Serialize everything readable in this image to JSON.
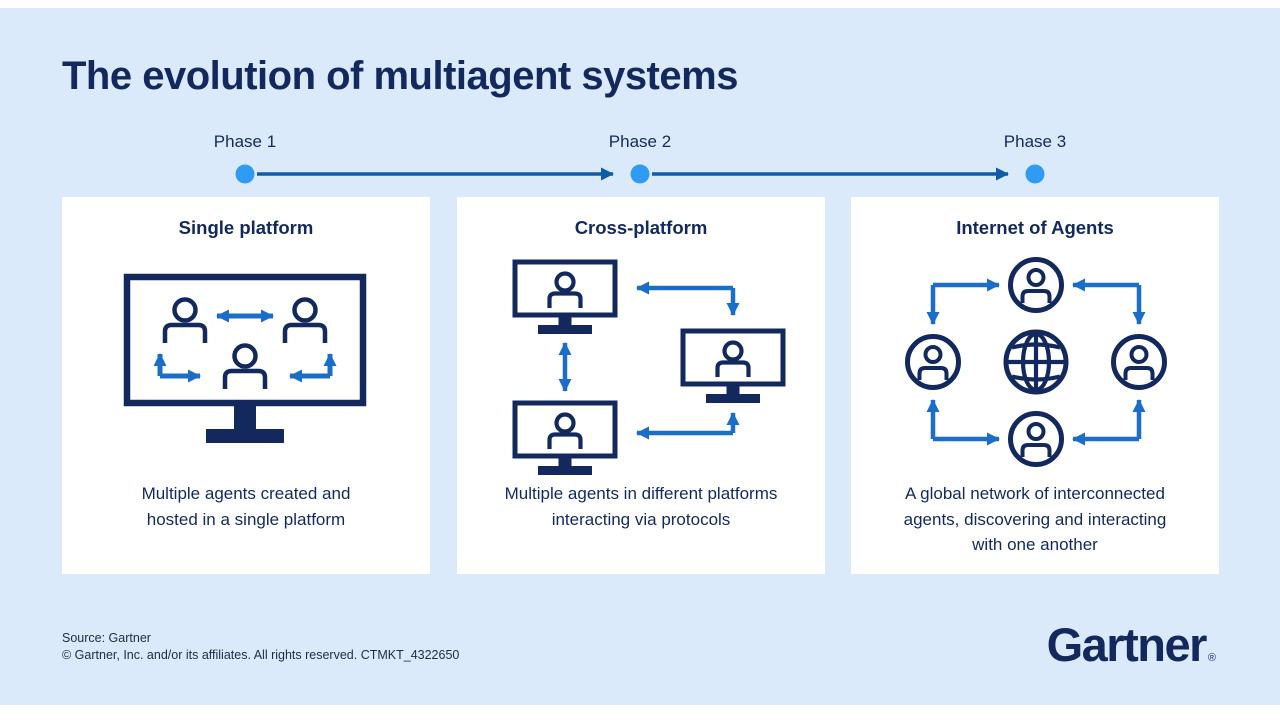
{
  "title": "The evolution of multiagent systems",
  "timeline": {
    "phases": [
      {
        "label": "Phase 1"
      },
      {
        "label": "Phase 2"
      },
      {
        "label": "Phase 3"
      }
    ]
  },
  "cards": [
    {
      "title": "Single platform",
      "icon": "single-platform-icon",
      "caption": "Multiple agents created and\nhosted in a single platform"
    },
    {
      "title": "Cross-platform",
      "icon": "cross-platform-icon",
      "caption": "Multiple agents in different platforms\ninteracting via protocols"
    },
    {
      "title": "Internet of Agents",
      "icon": "internet-of-agents-icon",
      "caption": "A global network of interconnected\nagents, discovering and interacting\nwith one another"
    }
  ],
  "footer": {
    "source": "Source: Gartner",
    "copyright": "© Gartner, Inc. and/or its affiliates. All rights reserved. CTMKT_4322650"
  },
  "logo": {
    "text": "Gartner",
    "registered": "®"
  },
  "colors": {
    "navy": "#13295e",
    "arrow_blue": "#1a6ec8",
    "timeline_blue": "#0e5ca8",
    "dot_blue": "#2f9bf3",
    "panel_bg": "#dbeafb",
    "card_bg": "#ffffff",
    "footer_text": "#1c2b45"
  }
}
